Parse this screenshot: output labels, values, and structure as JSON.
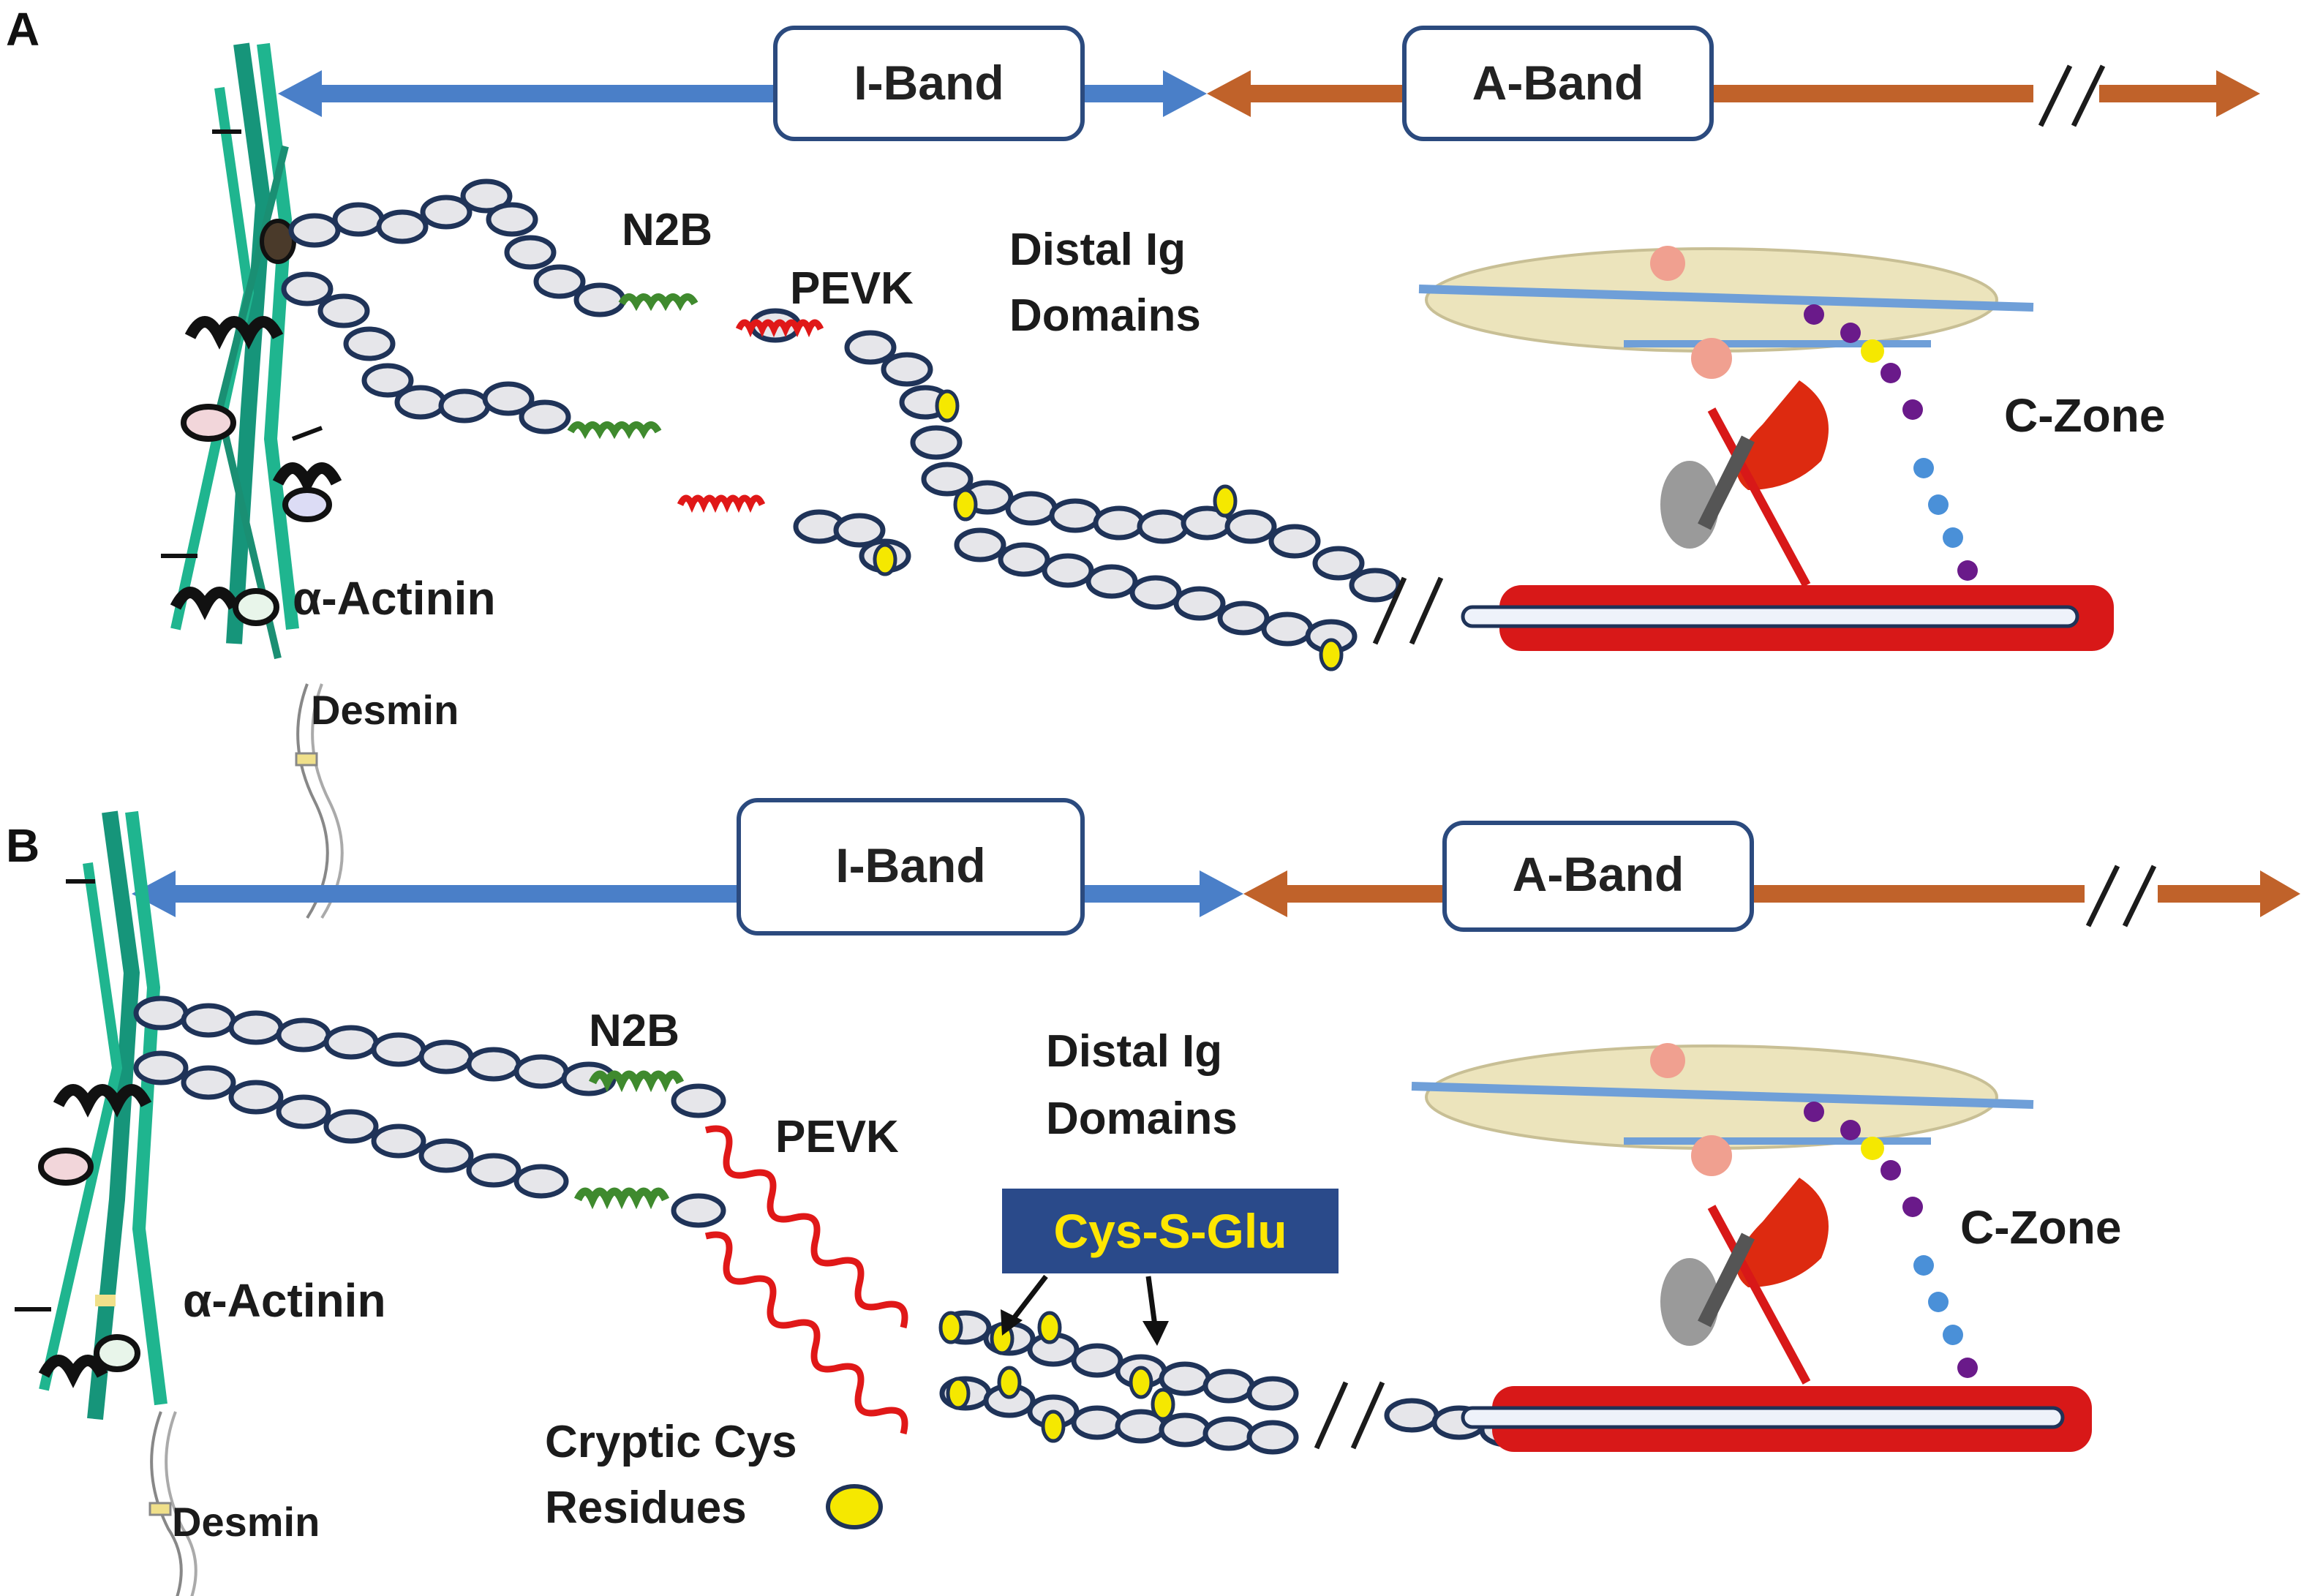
{
  "panels": [
    {
      "letter": "A",
      "i_band": "I-Band",
      "a_band": "A-Band",
      "n2b": "N2B",
      "pevk": "PEVK",
      "distal_line1": "Distal Ig",
      "distal_line2": "Domains",
      "c_zone": "C-Zone",
      "actinin": "α-Actinin",
      "desmin": "Desmin"
    },
    {
      "letter": "B",
      "i_band": "I-Band",
      "a_band": "A-Band",
      "n2b": "N2B",
      "pevk": "PEVK",
      "distal_line1": "Distal Ig",
      "distal_line2": "Domains",
      "c_zone": "C-Zone",
      "actinin": "α-Actinin",
      "desmin": "Desmin",
      "cys_s_glu": "Cys-S-Glu",
      "cryptic_line1": "Cryptic Cys",
      "cryptic_line2": "Residues"
    }
  ],
  "colors": {
    "i_band_arrow": "#4a7fc8",
    "a_band_arrow": "#c0622a",
    "ig_domain_fill": "#e6e6ea",
    "ig_domain_stroke": "#1f3358",
    "n2b": "#3f8a2e",
    "pevk": "#e01818",
    "cryptic_cys": "#f5e800",
    "cys_s_glu_box": "#2a4a8a",
    "thick_filament": "#d81818",
    "z_disk": "#1fb58f",
    "c_zone_core": "#ece4bc"
  }
}
